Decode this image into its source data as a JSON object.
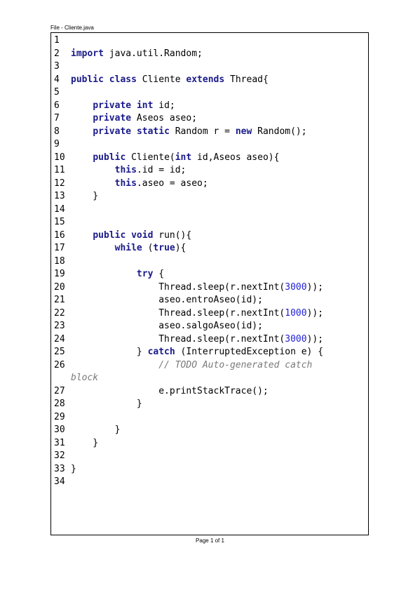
{
  "header": {
    "title": "File - Cliente.java"
  },
  "footer": {
    "page_label": "Page 1 of 1"
  },
  "colors": {
    "keyword": "#1a1a8a",
    "number": "#1f1fd6",
    "comment": "#7a7a7a",
    "text": "#000000"
  },
  "code": {
    "lines": [
      {
        "n": "1",
        "tokens": []
      },
      {
        "n": "2",
        "tokens": [
          {
            "t": "import",
            "k": "kw"
          },
          {
            "t": " java.util.Random;"
          }
        ]
      },
      {
        "n": "3",
        "tokens": []
      },
      {
        "n": "4",
        "tokens": [
          {
            "t": "public",
            "k": "kw"
          },
          {
            "t": " "
          },
          {
            "t": "class",
            "k": "kw"
          },
          {
            "t": " Cliente "
          },
          {
            "t": "extends",
            "k": "kw"
          },
          {
            "t": " Thread{"
          }
        ]
      },
      {
        "n": "5",
        "tokens": []
      },
      {
        "n": "6",
        "tokens": [
          {
            "t": "    "
          },
          {
            "t": "private",
            "k": "kw"
          },
          {
            "t": " "
          },
          {
            "t": "int",
            "k": "kw"
          },
          {
            "t": " id;"
          }
        ]
      },
      {
        "n": "7",
        "tokens": [
          {
            "t": "    "
          },
          {
            "t": "private",
            "k": "kw"
          },
          {
            "t": " Aseos aseo;"
          }
        ]
      },
      {
        "n": "8",
        "tokens": [
          {
            "t": "    "
          },
          {
            "t": "private",
            "k": "kw"
          },
          {
            "t": " "
          },
          {
            "t": "static",
            "k": "kw"
          },
          {
            "t": " Random r = "
          },
          {
            "t": "new",
            "k": "kw"
          },
          {
            "t": " Random();"
          }
        ]
      },
      {
        "n": "9",
        "tokens": []
      },
      {
        "n": "10",
        "tokens": [
          {
            "t": "    "
          },
          {
            "t": "public",
            "k": "kw"
          },
          {
            "t": " Cliente("
          },
          {
            "t": "int",
            "k": "kw"
          },
          {
            "t": " id,Aseos aseo){"
          }
        ]
      },
      {
        "n": "11",
        "tokens": [
          {
            "t": "        "
          },
          {
            "t": "this",
            "k": "kw"
          },
          {
            "t": ".id = id;"
          }
        ]
      },
      {
        "n": "12",
        "tokens": [
          {
            "t": "        "
          },
          {
            "t": "this",
            "k": "kw"
          },
          {
            "t": ".aseo = aseo;"
          }
        ]
      },
      {
        "n": "13",
        "tokens": [
          {
            "t": "    }"
          }
        ]
      },
      {
        "n": "14",
        "tokens": []
      },
      {
        "n": "15",
        "tokens": []
      },
      {
        "n": "16",
        "tokens": [
          {
            "t": "    "
          },
          {
            "t": "public",
            "k": "kw"
          },
          {
            "t": " "
          },
          {
            "t": "void",
            "k": "kw"
          },
          {
            "t": " run(){"
          }
        ]
      },
      {
        "n": "17",
        "tokens": [
          {
            "t": "        "
          },
          {
            "t": "while",
            "k": "kw"
          },
          {
            "t": " ("
          },
          {
            "t": "true",
            "k": "kw"
          },
          {
            "t": "){"
          }
        ]
      },
      {
        "n": "18",
        "tokens": []
      },
      {
        "n": "19",
        "tokens": [
          {
            "t": "            "
          },
          {
            "t": "try",
            "k": "kw"
          },
          {
            "t": " {"
          }
        ]
      },
      {
        "n": "20",
        "tokens": [
          {
            "t": "                Thread.sleep(r.nextInt("
          },
          {
            "t": "3000",
            "k": "num"
          },
          {
            "t": "));"
          }
        ]
      },
      {
        "n": "21",
        "tokens": [
          {
            "t": "                aseo.entroAseo(id);"
          }
        ]
      },
      {
        "n": "22",
        "tokens": [
          {
            "t": "                Thread.sleep(r.nextInt("
          },
          {
            "t": "1000",
            "k": "num"
          },
          {
            "t": "));"
          }
        ]
      },
      {
        "n": "23",
        "tokens": [
          {
            "t": "                aseo.salgoAseo(id);"
          }
        ]
      },
      {
        "n": "24",
        "tokens": [
          {
            "t": "                Thread.sleep(r.nextInt("
          },
          {
            "t": "3000",
            "k": "num"
          },
          {
            "t": "));"
          }
        ]
      },
      {
        "n": "25",
        "tokens": [
          {
            "t": "            } "
          },
          {
            "t": "catch",
            "k": "kw"
          },
          {
            "t": " (InterruptedException e) {"
          }
        ]
      },
      {
        "n": "26",
        "tokens": [
          {
            "t": "                "
          },
          {
            "t": "// TODO Auto-generated catch",
            "k": "cm"
          }
        ]
      },
      {
        "n": "",
        "tokens": [
          {
            "t": "block",
            "k": "cm"
          }
        ]
      },
      {
        "n": "27",
        "tokens": [
          {
            "t": "                e.printStackTrace();"
          }
        ]
      },
      {
        "n": "28",
        "tokens": [
          {
            "t": "            }"
          }
        ]
      },
      {
        "n": "29",
        "tokens": []
      },
      {
        "n": "30",
        "tokens": [
          {
            "t": "        }"
          }
        ]
      },
      {
        "n": "31",
        "tokens": [
          {
            "t": "    }"
          }
        ]
      },
      {
        "n": "32",
        "tokens": []
      },
      {
        "n": "33",
        "tokens": [
          {
            "t": "}"
          }
        ]
      },
      {
        "n": "34",
        "tokens": []
      }
    ]
  }
}
